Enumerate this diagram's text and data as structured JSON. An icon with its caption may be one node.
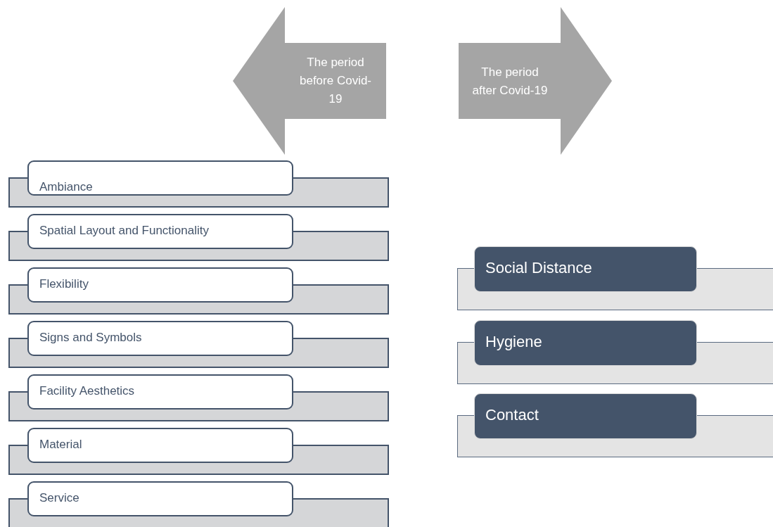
{
  "diagram": {
    "nodes": [
      {
        "text": [
          "The period before Covid-19"
        ]
      },
      {
        "text": [
          "The period after Covid-19"
        ]
      },
      {
        "text": [
          "Ambiance"
        ]
      },
      {
        "text": [
          "Spatial Layout and Functionality"
        ]
      },
      {
        "text": [
          "Flexibility"
        ]
      },
      {
        "text": [
          "Signs and Symbols"
        ]
      },
      {
        "text": [
          "Facility Aesthetics"
        ]
      },
      {
        "text": [
          "Material"
        ]
      },
      {
        "text": [
          "Service"
        ]
      },
      {
        "text": [
          "Social Distance"
        ]
      },
      {
        "text": [
          "Hygiene"
        ]
      },
      {
        "text": [
          "Contact"
        ]
      }
    ]
  }
}
